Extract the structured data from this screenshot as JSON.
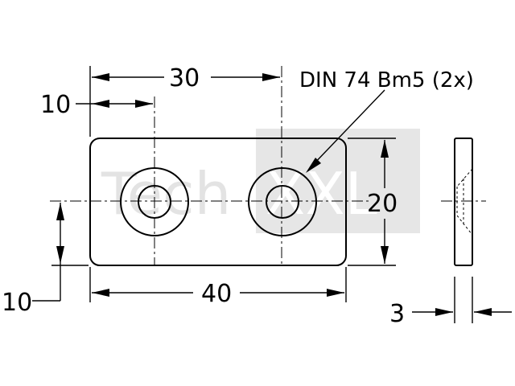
{
  "watermark": {
    "left_text": "Tech",
    "right_text": "XXL"
  },
  "dimensions": {
    "hole_spacing": "30",
    "hole_offset_x": "10",
    "hole_offset_y": "10",
    "height": "20",
    "length": "40",
    "thickness": "3"
  },
  "callout": {
    "label": "DIN 74 Bm5 (2x)"
  }
}
